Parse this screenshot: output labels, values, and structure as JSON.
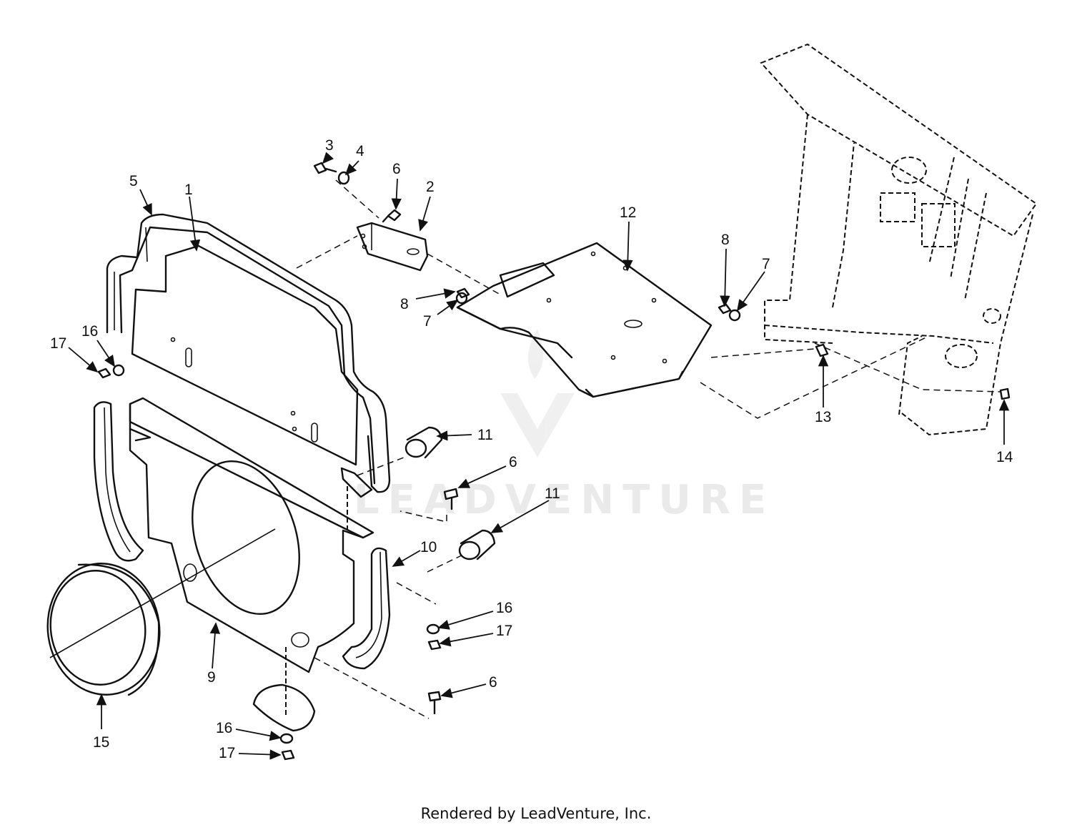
{
  "footer": {
    "credit": "Rendered by LeadVenture, Inc."
  },
  "watermark": {
    "text": "LEADVENTURE"
  },
  "callouts": [
    {
      "num": "1"
    },
    {
      "num": "2"
    },
    {
      "num": "3"
    },
    {
      "num": "4"
    },
    {
      "num": "5"
    },
    {
      "num": "6"
    },
    {
      "num": "8"
    },
    {
      "num": "7"
    },
    {
      "num": "12"
    },
    {
      "num": "8"
    },
    {
      "num": "7"
    },
    {
      "num": "17"
    },
    {
      "num": "16"
    },
    {
      "num": "13"
    },
    {
      "num": "14"
    },
    {
      "num": "11"
    },
    {
      "num": "6"
    },
    {
      "num": "11"
    },
    {
      "num": "10"
    },
    {
      "num": "16"
    },
    {
      "num": "17"
    },
    {
      "num": "6"
    },
    {
      "num": "9"
    },
    {
      "num": "15"
    },
    {
      "num": "16"
    },
    {
      "num": "17"
    }
  ]
}
